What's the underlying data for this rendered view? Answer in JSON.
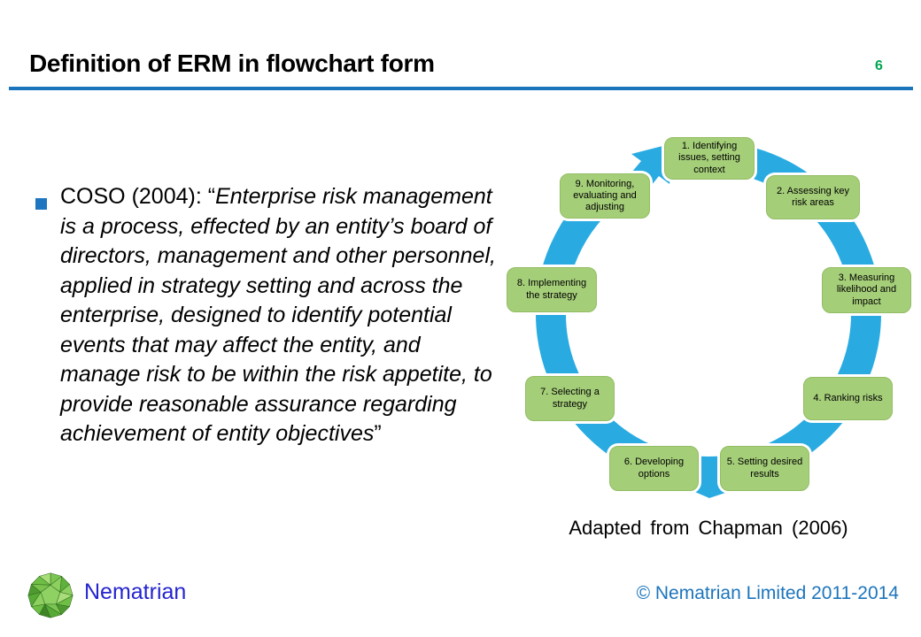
{
  "slide": {
    "title": "Definition of ERM in flowchart form",
    "page_number": "6"
  },
  "quote_block": {
    "lead": "COSO (2004): “",
    "quote": "Enterprise risk management is a process, effected by an entity’s board of directors, management and other personnel, applied in strategy setting and across the enterprise, designed to identify potential events that may affect the entity, and manage risk to be within the risk appetite, to provide reasonable assurance regarding achievement of entity objectives",
    "close_quote": "”"
  },
  "diagram": {
    "type": "cycle-flowchart",
    "caption": "Adapted from Chapman (2006)",
    "steps": [
      "1. Identifying issues, setting context",
      "2. Assessing key risk areas",
      "3. Measuring likelihood and impact",
      "4. Ranking risks",
      "5. Setting desired results",
      "6. Developing options",
      "7. Selecting a strategy",
      "8. Implementing the strategy",
      "9. Monitoring, evaluating and adjusting"
    ]
  },
  "footer": {
    "brand": "Nematrian",
    "copyright": "© Nematrian Limited 2011-2014"
  },
  "colors": {
    "step_fill": "#A5CE79",
    "step_edge": "#93BD63",
    "arrow_blue": "#29ABE2",
    "rule_blue": "#1C75BC",
    "page_number_green": "#00A651",
    "bullet_blue": "#1F76C0",
    "brand_blue": "#2525CF",
    "copyright_blue": "#1C75BC"
  }
}
